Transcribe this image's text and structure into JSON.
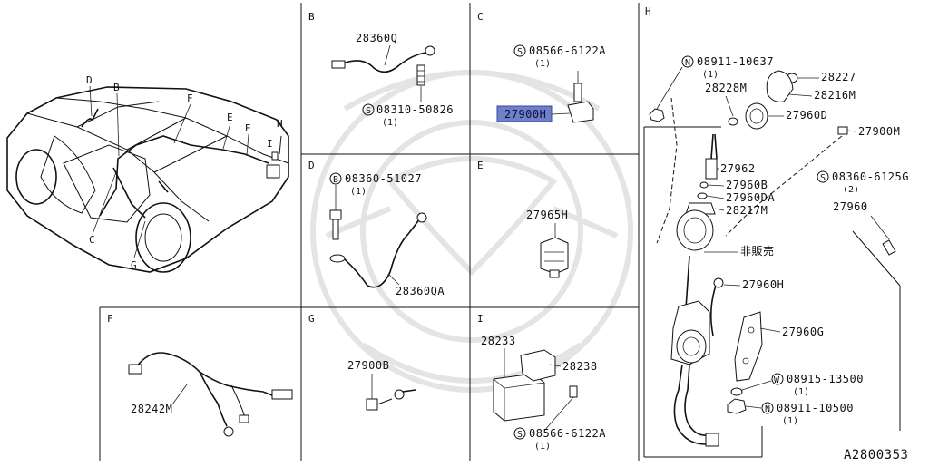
{
  "sections": {
    "car": {
      "callouts": [
        "D",
        "B",
        "F",
        "E",
        "E",
        "H",
        "I",
        "C",
        "G"
      ]
    },
    "B": {
      "letter": "B",
      "parts": {
        "harness": "28360Q",
        "bolt": "08310-50826",
        "bolt_qty": "(1)",
        "bolt_symbol": "S"
      }
    },
    "C": {
      "letter": "C",
      "parts": {
        "screw": "08566-6122A",
        "screw_qty": "(1)",
        "screw_symbol": "S",
        "bracket": "27900H"
      }
    },
    "D": {
      "letter": "D",
      "parts": {
        "bolt": "08360-51027",
        "bolt_qty": "(1)",
        "bolt_symbol": "B",
        "harness": "28360QA"
      }
    },
    "E": {
      "letter": "E",
      "parts": {
        "clip": "27965H"
      }
    },
    "F": {
      "letter": "F",
      "parts": {
        "harness": "28242M"
      }
    },
    "G": {
      "letter": "G",
      "parts": {
        "bolt": "27900B"
      }
    },
    "I": {
      "letter": "I",
      "parts": {
        "unit": "28233",
        "bracket": "28238",
        "screw": "08566-6122A",
        "screw_qty": "(1)",
        "screw_symbol": "S"
      }
    },
    "H": {
      "letter": "H",
      "parts": {
        "nut_top": "08911-10637",
        "nut_top_qty": "(1)",
        "nut_top_symbol": "N",
        "p1": "28227",
        "p2": "28216M",
        "p3": "28228M",
        "p4": "27960D",
        "p5": "27900M",
        "p6": "27962",
        "p7": "27960B",
        "p8": "27960DA",
        "p9": "28217M",
        "screw": "08360-6125G",
        "screw_qty": "(2)",
        "screw_symbol": "S",
        "p10": "27960",
        "not_sold": "非販売",
        "p11": "27960H",
        "p12": "27960G",
        "washer": "08915-13500",
        "washer_qty": "(1)",
        "washer_symbol": "W",
        "nut_bottom": "08911-10500",
        "nut_bottom_qty": "(1)",
        "nut_bottom_symbol": "N"
      }
    }
  },
  "figure_id": "A2800353"
}
